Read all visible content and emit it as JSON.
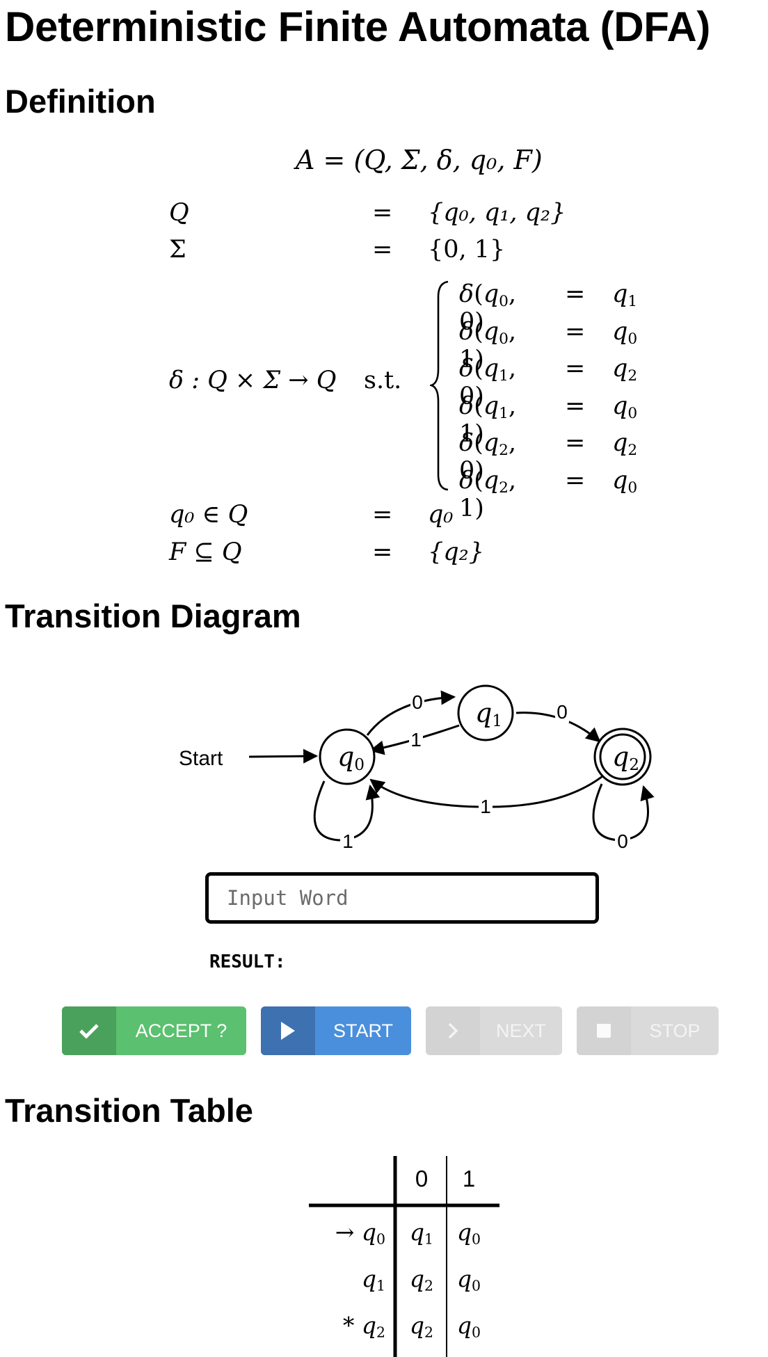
{
  "page": {
    "title": "Deterministic Finite Automata (DFA)"
  },
  "definition": {
    "heading": "Definition",
    "tuple": {
      "name": "A",
      "equals": "=",
      "body": "(Q, Σ, δ, q₀, F)"
    },
    "rows": {
      "states": {
        "lhs": "Q",
        "eq": "=",
        "rhs": "{q₀, q₁, q₂}"
      },
      "alphabet": {
        "lhs": "Σ",
        "eq": "=",
        "rhs": "{0, 1}"
      },
      "transition": {
        "lhs": "δ : Q × Σ → Q",
        "st": "s.t."
      },
      "start": {
        "lhs": "q₀ ∈ Q",
        "eq": "=",
        "rhs": "q₀"
      },
      "final": {
        "lhs": "F ⊆ Q",
        "eq": "=",
        "rhs": "{q₂}"
      }
    },
    "cases": [
      {
        "state": "q0",
        "symbol": "0",
        "target": "q1"
      },
      {
        "state": "q0",
        "symbol": "1",
        "target": "q0"
      },
      {
        "state": "q1",
        "symbol": "0",
        "target": "q2"
      },
      {
        "state": "q1",
        "symbol": "1",
        "target": "q0"
      },
      {
        "state": "q2",
        "symbol": "0",
        "target": "q2"
      },
      {
        "state": "q2",
        "symbol": "1",
        "target": "q0"
      }
    ]
  },
  "diagram": {
    "heading": "Transition Diagram",
    "start_label": "Start",
    "states": {
      "q0": "q",
      "q1": "q",
      "q2": "q"
    },
    "state_subscripts": {
      "q0": "0",
      "q1": "1",
      "q2": "2"
    },
    "edge_labels": {
      "q0_q1": "0",
      "q1_q0": "1",
      "q1_q2": "0",
      "q2_q0": "1",
      "q0_loop": "1",
      "q2_loop": "0"
    }
  },
  "simulator": {
    "input_placeholder": "Input Word",
    "input_value": "",
    "result_label": "RESULT:",
    "result_value": "",
    "buttons": {
      "accept": "ACCEPT ?",
      "start": "START",
      "next": "NEXT",
      "stop": "STOP"
    },
    "colors": {
      "accept": "#5bc06f",
      "start": "#4a8fdc",
      "disabled": "#dadada"
    }
  },
  "table": {
    "heading": "Transition Table",
    "columns": [
      "0",
      "1"
    ],
    "rows": [
      {
        "marker": "→",
        "state": "q",
        "sub": "0",
        "on0": "q",
        "on0_sub": "1",
        "on1": "q",
        "on1_sub": "0"
      },
      {
        "marker": "",
        "state": "q",
        "sub": "1",
        "on0": "q",
        "on0_sub": "2",
        "on1": "q",
        "on1_sub": "0"
      },
      {
        "marker": "*",
        "state": "q",
        "sub": "2",
        "on0": "q",
        "on0_sub": "2",
        "on1": "q",
        "on1_sub": "0"
      }
    ]
  }
}
